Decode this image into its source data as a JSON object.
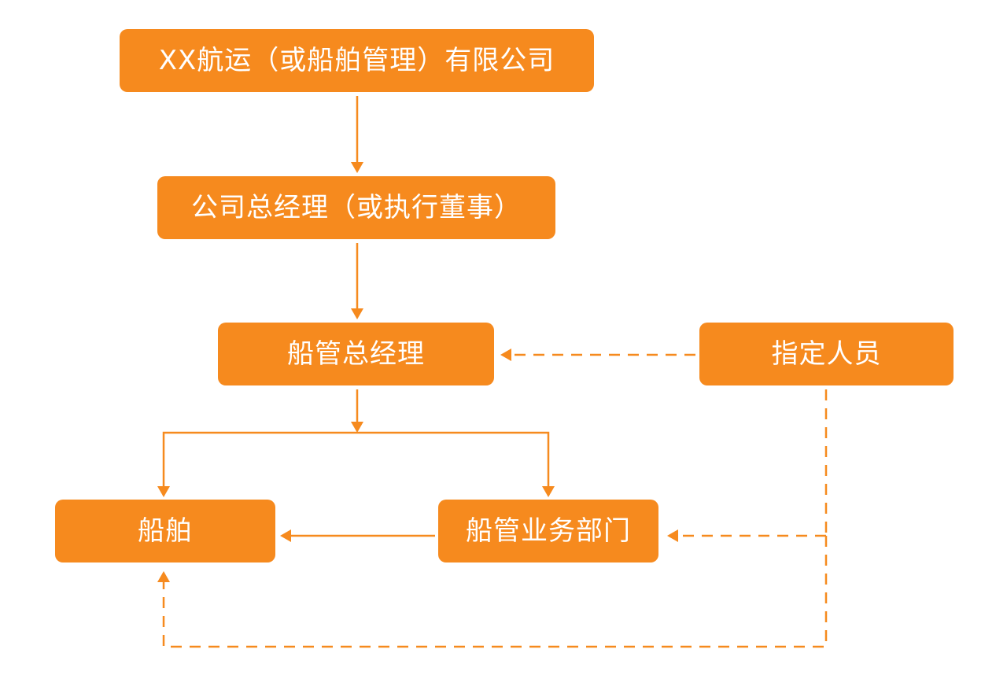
{
  "diagram": {
    "nodes": {
      "company": "XX航运（或船舶管理）有限公司",
      "general_manager": "公司总经理（或执行董事）",
      "ship_manager": "船管总经理",
      "designated_person": "指定人员",
      "ship": "船舶",
      "ship_dept": "船管业务部门"
    },
    "edges": [
      {
        "from": "company",
        "to": "general_manager",
        "style": "solid"
      },
      {
        "from": "general_manager",
        "to": "ship_manager",
        "style": "solid"
      },
      {
        "from": "ship_manager",
        "to": "ship",
        "style": "solid"
      },
      {
        "from": "ship_manager",
        "to": "ship_dept",
        "style": "solid"
      },
      {
        "from": "ship_dept",
        "to": "ship",
        "style": "solid"
      },
      {
        "from": "designated_person",
        "to": "ship_manager",
        "style": "dashed"
      },
      {
        "from": "designated_person",
        "to": "ship_dept",
        "style": "dashed"
      },
      {
        "from": "designated_person",
        "to": "ship",
        "style": "dashed"
      }
    ],
    "colors": {
      "node_fill": "#f68a1e",
      "edge": "#f68a1e",
      "node_text": "#ffffff"
    }
  }
}
